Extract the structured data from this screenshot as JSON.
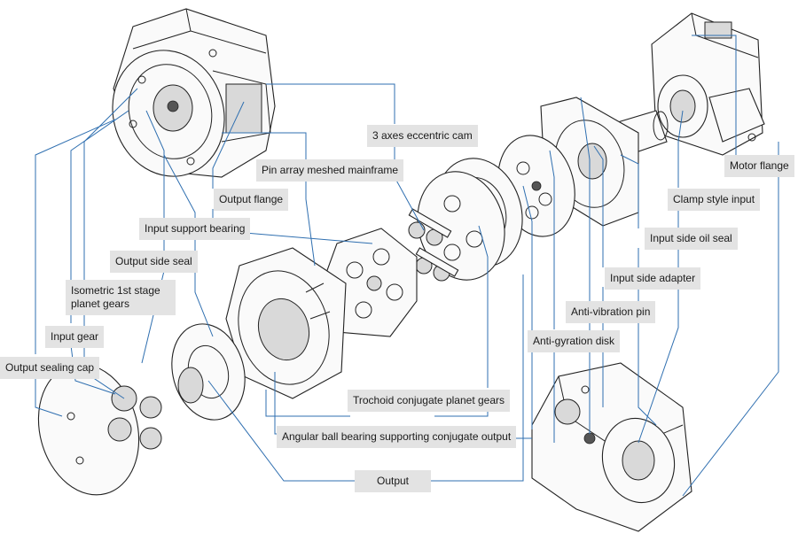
{
  "labels": {
    "eccentric_cam": "3 axes eccentric cam",
    "pin_array": "Pin array meshed mainframe",
    "motor_flange": "Motor flange",
    "output_flange": "Output flange",
    "clamp_input": "Clamp style input",
    "input_support_bearing": "Input support bearing",
    "input_oil_seal": "Input side oil seal",
    "output_side_seal": "Output side seal",
    "input_adapter": "Input side adapter",
    "isometric_planet_1": "Isometric 1st stage",
    "isometric_planet_2": "planet gears",
    "anti_vibration_pin": "Anti-vibration pin",
    "input_gear": "Input gear",
    "anti_gyration_disk": "Anti-gyration disk",
    "output_sealing_cap": "Output sealing cap",
    "trochoid_gears": "Trochoid conjugate planet gears",
    "angular_bearing": "Angular ball bearing supporting conjugate output",
    "output": "Output"
  },
  "colors": {
    "leader_line": "#2f6fb0",
    "label_background": "#e3e3e3",
    "line_art": "#222222"
  }
}
